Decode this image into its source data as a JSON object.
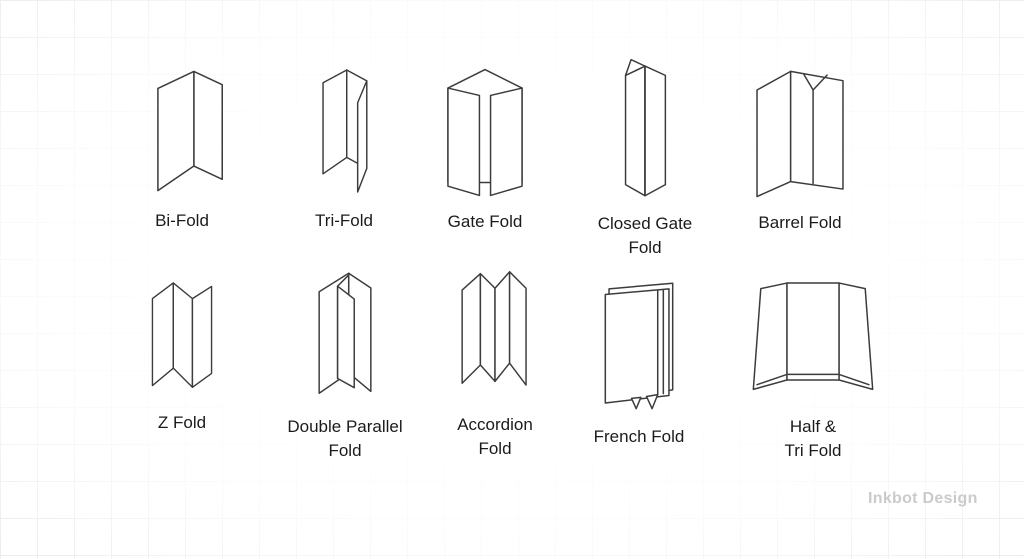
{
  "watermark": "Inkbot Design",
  "folds": [
    {
      "id": "bi-fold",
      "label": "Bi-Fold"
    },
    {
      "id": "tri-fold",
      "label": "Tri-Fold"
    },
    {
      "id": "gate-fold",
      "label": "Gate Fold"
    },
    {
      "id": "closed-gate-fold",
      "label": "Closed Gate\nFold"
    },
    {
      "id": "barrel-fold",
      "label": "Barrel Fold"
    },
    {
      "id": "z-fold",
      "label": "Z Fold"
    },
    {
      "id": "double-parallel-fold",
      "label": "Double Parallel\nFold"
    },
    {
      "id": "accordion-fold",
      "label": "Accordion\nFold"
    },
    {
      "id": "french-fold",
      "label": "French Fold"
    },
    {
      "id": "half-tri-fold",
      "label": "Half &\nTri Fold"
    }
  ],
  "colors": {
    "stroke": "#3c3c3c",
    "label": "#1b1b1b",
    "watermark": "#cbcbcb",
    "grid": "#ececec",
    "background": "#ffffff"
  }
}
